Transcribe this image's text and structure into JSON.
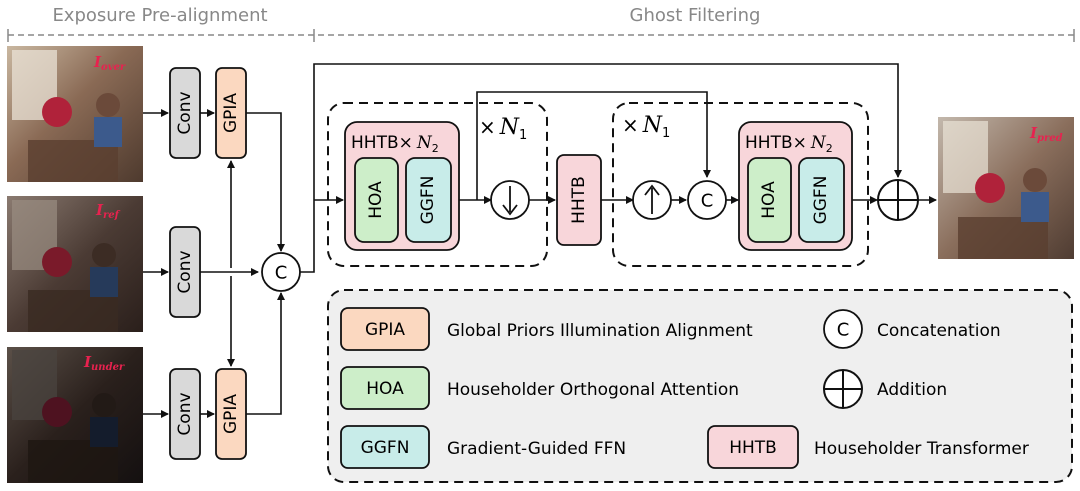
{
  "header": {
    "left_section": "Exposure Pre-alignment",
    "right_section": "Ghost Filtering"
  },
  "inputs": {
    "over_label": "I",
    "over_sub": "over",
    "ref_label": "I",
    "ref_sub": "ref",
    "under_label": "I",
    "under_sub": "under"
  },
  "output": {
    "label": "I",
    "sub": "pred"
  },
  "blocks": {
    "conv": "Conv",
    "gpia": "GPIA",
    "hhtb": "HHTB",
    "hoa": "HOA",
    "ggfn": "GGFN",
    "hhtb_group_prefix": "HHTB×",
    "hhtb_group_var": "N",
    "hhtb_group_sub": "2",
    "repeat_prefix": "×",
    "repeat_var": "N",
    "repeat_sub": "1",
    "concat_symbol": "C"
  },
  "legend": {
    "gpia_tag": "GPIA",
    "gpia_desc": "Global Priors Illumination Alignment",
    "hoa_tag": "HOA",
    "hoa_desc": "Householder Orthogonal Attention",
    "ggfn_tag": "GGFN",
    "ggfn_desc": "Gradient-Guided FFN",
    "concat_symbol": "C",
    "concat_desc": "Concatenation",
    "add_desc": "Addition",
    "hhtb_tag": "HHTB",
    "hhtb_desc": "Householder Transformer"
  },
  "colors": {
    "conv_fill": "#d9d9d9",
    "gpia_fill": "#fbd8c0",
    "hoa_fill": "#cdeec9",
    "ggfn_fill": "#c8ece9",
    "hhtb_fill": "#f8d6da",
    "legend_bg": "#efefef",
    "label_red": "#e8224f"
  }
}
